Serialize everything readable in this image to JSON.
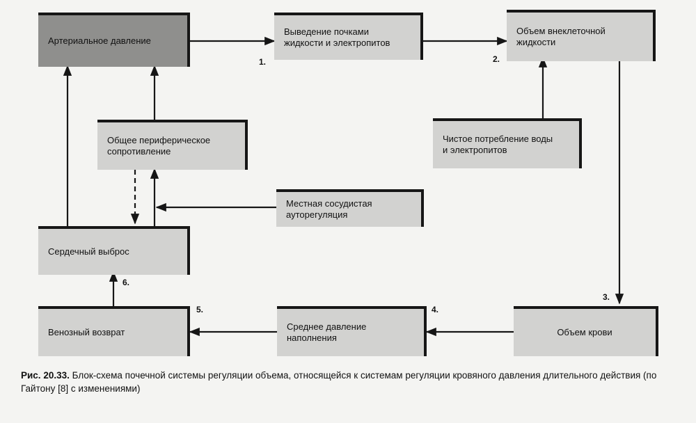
{
  "diagram": {
    "boxes": {
      "arterial_pressure": "Артериальное давление",
      "renal_excretion": "Выведение почками жидкости и электропитов",
      "ecf_volume": "Объем внеклеточной жидкости",
      "net_intake": "Чистое потребление воды и электропитов",
      "peripheral_resistance": "Общее периферическое сопротивление",
      "local_autoregulation": "Местная сосудистая ауторегуляция",
      "cardiac_output": "Сердечный выброс",
      "venous_return": "Венозный возврат",
      "mean_filling_pressure": "Среднее давление наполнения",
      "blood_volume": "Объем крови"
    },
    "step_labels": {
      "s1": "1.",
      "s2": "2.",
      "s3": "3.",
      "s4": "4.",
      "s5": "5.",
      "s6": "6."
    }
  },
  "caption": {
    "label": "Рис. 20.33.",
    "text": " Блок-схема почечной системы регуляции объема, относящейся к системам регуляции кровяного давления длительного действия (по Гайтону [8] с изменениями)"
  },
  "colors": {
    "box_fill": "#d2d2d0",
    "box_dark_fill": "#8f8f8d",
    "line": "#161616",
    "background": "#f4f4f2"
  }
}
